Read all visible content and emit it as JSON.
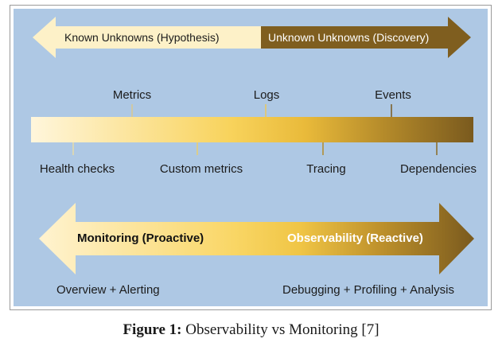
{
  "top_arrow": {
    "left_label": "Known Unknowns (Hypothesis)",
    "right_label": "Unknown Unknowns (Discovery)"
  },
  "spectrum": {
    "upper_labels": [
      "Metrics",
      "Logs",
      "Events"
    ],
    "lower_labels": [
      "Health checks",
      "Custom metrics",
      "Tracing",
      "Dependencies"
    ]
  },
  "bottom_arrow": {
    "left_label": "Monitoring (Proactive)",
    "right_label": "Observability (Reactive)"
  },
  "bottom_captions": {
    "left": "Overview + Alerting",
    "right": "Debugging + Profiling + Analysis"
  },
  "caption": {
    "label": "Figure 1:",
    "text": "Observability vs Monitoring [7]"
  },
  "colors": {
    "panel_background": "#aec8e4",
    "light_cream": "#fff3cf",
    "gold": "#f5c84a",
    "dark_brown": "#7a5a1e"
  }
}
